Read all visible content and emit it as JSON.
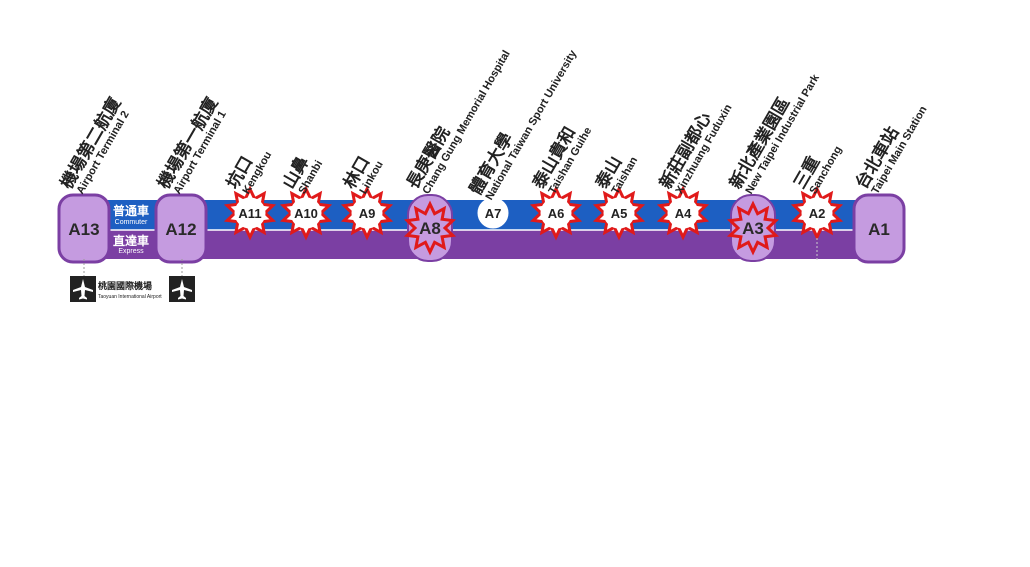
{
  "colors": {
    "commuter_line": "#1d5fc2",
    "express_line": "#7b3fa3",
    "terminal_fill": "#c59be0",
    "terminal_border": "#7b3fa3",
    "star_border": "#e01a1a",
    "station_fill": "#ffffff"
  },
  "services": {
    "commuter_zh": "普通車",
    "commuter_en": "Commuter",
    "express_zh": "直達車",
    "express_en": "Express"
  },
  "airport": {
    "label_zh": "桃園國際機場",
    "label_en": "Taoyuan International Airport",
    "icon": "airplane-icon"
  },
  "stations": [
    {
      "code": "A13",
      "zh": "機場第二航廈",
      "en": "Airport Terminal 2",
      "type": "terminal",
      "starred": false
    },
    {
      "code": "A12",
      "zh": "機場第一航廈",
      "en": "Airport Terminal 1",
      "type": "terminal",
      "starred": false
    },
    {
      "code": "A11",
      "zh": "坑口",
      "en": "Kengkou",
      "type": "commuter",
      "starred": true
    },
    {
      "code": "A10",
      "zh": "山鼻",
      "en": "Shanbi",
      "type": "commuter",
      "starred": true
    },
    {
      "code": "A9",
      "zh": "林口",
      "en": "Linkou",
      "type": "commuter",
      "starred": true
    },
    {
      "code": "A8",
      "zh": "長庚醫院",
      "en": "Chang Gung Memorial Hospital",
      "type": "express",
      "starred": true
    },
    {
      "code": "A7",
      "zh": "體育大學",
      "en": "National Taiwan Sport University",
      "type": "commuter",
      "starred": false
    },
    {
      "code": "A6",
      "zh": "泰山貴和",
      "en": "Taishan Guihe",
      "type": "commuter",
      "starred": true
    },
    {
      "code": "A5",
      "zh": "泰山",
      "en": "Taishan",
      "type": "commuter",
      "starred": true
    },
    {
      "code": "A4",
      "zh": "新莊副都心",
      "en": "Xinzhuang Fuduxin",
      "type": "commuter",
      "starred": true
    },
    {
      "code": "A3",
      "zh": "新北產業園區",
      "en": "New Taipei Industrial Park",
      "type": "express",
      "starred": true
    },
    {
      "code": "A2",
      "zh": "三重",
      "en": "Sanchong",
      "type": "commuter",
      "starred": true
    },
    {
      "code": "A1",
      "zh": "台北車站",
      "en": "Taipei Main Station",
      "type": "terminal",
      "starred": false
    }
  ]
}
